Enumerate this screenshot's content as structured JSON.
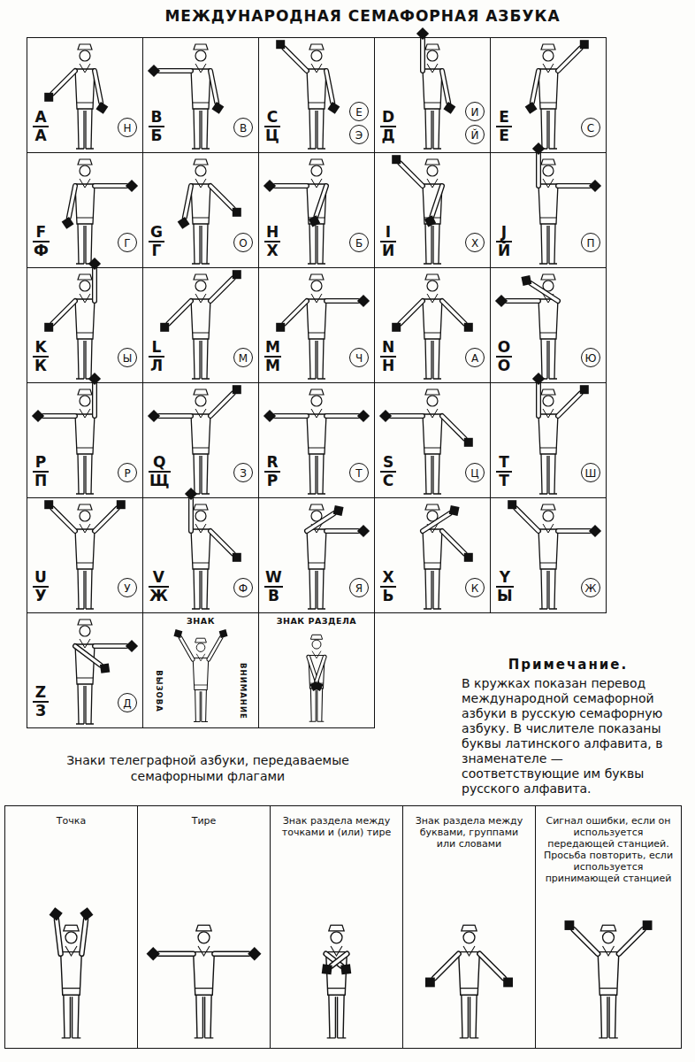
{
  "diagram": {
    "title": "МЕЖДУНАРОДНАЯ СЕМАФОРНАЯ АЗБУКА",
    "nodes": [
      {
        "text": [
          "A",
          "А"
        ]
      },
      {
        "text": [
          "Н"
        ],
        "in": 0
      },
      {
        "text": [
          "B",
          "Б"
        ]
      },
      {
        "text": [
          "В"
        ],
        "in": 2
      },
      {
        "text": [
          "C",
          "Ц"
        ]
      },
      {
        "text": [
          "Е"
        ],
        "in": 4
      },
      {
        "text": [
          "Э"
        ],
        "in": 4
      },
      {
        "text": [
          "D",
          "Д"
        ]
      },
      {
        "text": [
          "И"
        ],
        "in": 7
      },
      {
        "text": [
          "Й"
        ],
        "in": 7
      },
      {
        "text": [
          "E",
          "Е"
        ]
      },
      {
        "text": [
          "С"
        ],
        "in": 10
      },
      {
        "text": [
          "F",
          "Ф"
        ]
      },
      {
        "text": [
          "Г"
        ],
        "in": 12
      },
      {
        "text": [
          "G",
          "Г"
        ]
      },
      {
        "text": [
          "О"
        ],
        "in": 14
      },
      {
        "text": [
          "H",
          "Х"
        ]
      },
      {
        "text": [
          "Б"
        ],
        "in": 16
      },
      {
        "text": [
          "I",
          "И"
        ]
      },
      {
        "text": [
          "Х"
        ],
        "in": 18
      },
      {
        "text": [
          "J",
          "Й"
        ]
      },
      {
        "text": [
          "П"
        ],
        "in": 20
      },
      {
        "text": [
          "K",
          "К"
        ]
      },
      {
        "text": [
          "Ы"
        ],
        "in": 22
      },
      {
        "text": [
          "L",
          "Л"
        ]
      },
      {
        "text": [
          "М"
        ],
        "in": 24
      },
      {
        "text": [
          "M",
          "М"
        ]
      },
      {
        "text": [
          "Ч"
        ],
        "in": 26
      },
      {
        "text": [
          "N",
          "Н"
        ]
      },
      {
        "text": [
          "А"
        ],
        "in": 28
      },
      {
        "text": [
          "O",
          "О"
        ]
      },
      {
        "text": [
          "Ю"
        ],
        "in": 30
      },
      {
        "text": [
          "P",
          "П"
        ]
      },
      {
        "text": [
          "Р"
        ],
        "in": 32
      },
      {
        "text": [
          "Q",
          "Щ"
        ]
      },
      {
        "text": [
          "З"
        ],
        "in": 34
      },
      {
        "text": [
          "R",
          "Р"
        ]
      },
      {
        "text": [
          "Т"
        ],
        "in": 36
      },
      {
        "text": [
          "S",
          "С"
        ]
      },
      {
        "text": [
          "Ц"
        ],
        "in": 38
      },
      {
        "text": [
          "T",
          "Т"
        ]
      },
      {
        "text": [
          "Ш"
        ],
        "in": 40
      },
      {
        "text": [
          "U",
          "У"
        ]
      },
      {
        "text": [
          "У"
        ],
        "in": 42
      },
      {
        "text": [
          "V",
          "Ж"
        ]
      },
      {
        "text": [
          "Ф"
        ],
        "in": 44
      },
      {
        "text": [
          "W",
          "В"
        ]
      },
      {
        "text": [
          "Я"
        ],
        "in": 46
      },
      {
        "text": [
          "X",
          "Ь"
        ]
      },
      {
        "text": [
          "К"
        ],
        "in": 48
      },
      {
        "text": [
          "Y",
          "Ы"
        ]
      },
      {
        "text": [
          "Ж"
        ],
        "in": 50
      },
      {
        "text": [
          "Z",
          "З"
        ]
      },
      {
        "text": [
          "Д"
        ],
        "in": 52
      },
      {
        "text": [
          "ЗНАК",
          "ВЫЗОВА",
          "ВНИМАНИЕ"
        ]
      },
      {
        "text": [
          "ЗНАК РАЗДЕЛА"
        ]
      },
      {
        "text": [
          "Точка"
        ]
      },
      {
        "text": [
          "Тире"
        ]
      },
      {
        "text": [
          "Знак раздела между точками и (или) тире"
        ]
      },
      {
        "text": [
          "Знак раздела между буквами, группами или словами"
        ]
      },
      {
        "text": [
          "Сигнал ошибки, если он используется передающей станцией. Просьба повторить, если используется принимающей станцией"
        ]
      }
    ],
    "labels": [
      "Примечание.",
      "В кружках показан перевод международной семафорной азбуки в русскую семафорную азбуку. В числителе показаны буквы латинского алфавита, в знаменателе — соответствующие им буквы русского алфавита.",
      "Знаки телеграфной азбуки, передаваемые семафорными флагами"
    ]
  }
}
